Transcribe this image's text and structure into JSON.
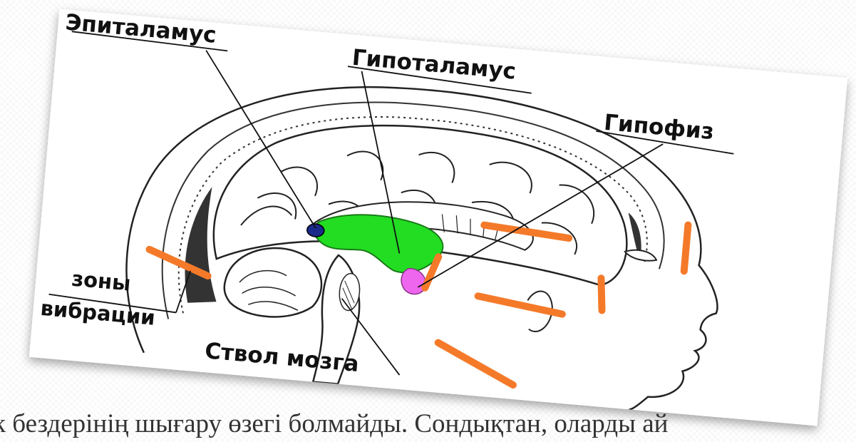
{
  "diagram": {
    "labels": {
      "epithalamus": "Эпиталамус",
      "hypothalamus": "Гипоталамус",
      "pituitary": "Гипофиз",
      "vibration_zones_line1": "зоны",
      "vibration_zones_line2": "вибрации",
      "brainstem": "Ствол мозга"
    },
    "colors": {
      "hypothalamus": "#22dd22",
      "pituitary": "#ee66ee",
      "epithalamus": "#1a2a8a",
      "vibration_zone": "#f47a2a"
    }
  },
  "caption": {
    "text": "к бездерінің шығару өзегі болмайды. Сондықтан, оларды ай"
  }
}
